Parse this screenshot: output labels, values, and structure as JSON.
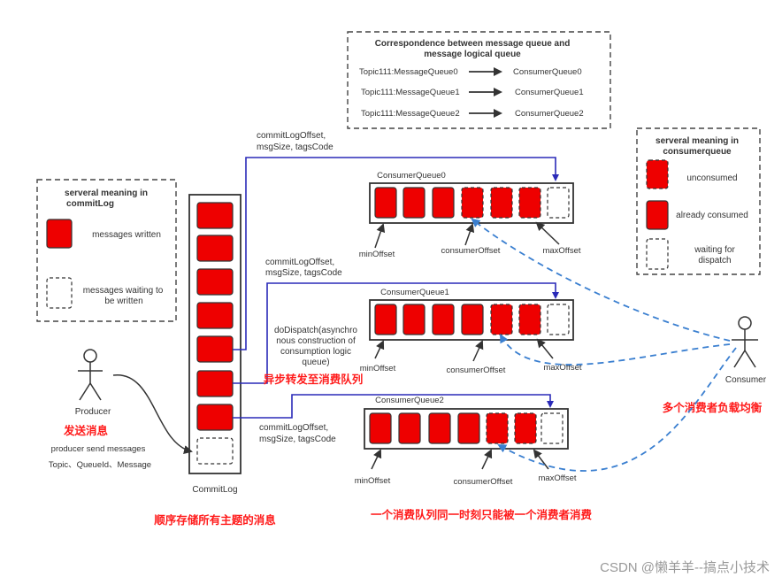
{
  "legend_commitlog": {
    "title_line1": "serveral meaning in",
    "title_line2": "commitLog",
    "written": "messages written",
    "waiting_line1": "messages waiting to",
    "waiting_line2": "be written"
  },
  "correspondence": {
    "title_line1": "Correspondence between message queue and",
    "title_line2": "message logical queue",
    "rows": [
      {
        "left": "Topic111:MessageQueue0",
        "right": "ConsumerQueue0"
      },
      {
        "left": "Topic111:MessageQueue1",
        "right": "ConsumerQueue1"
      },
      {
        "left": "Topic111:MessageQueue2",
        "right": "ConsumerQueue2"
      }
    ]
  },
  "legend_consumerqueue": {
    "title_line1": "serveral meaning in",
    "title_line2": "consumerqueue",
    "unconsumed": "unconsumed",
    "consumed": "already consumed",
    "waiting_line1": "waiting for",
    "waiting_line2": "dispatch"
  },
  "commitlog": {
    "label": "CommitLog",
    "caption_cn": "顺序存储所有主题的消息"
  },
  "producer": {
    "label": "Producer",
    "cn": "发送消息",
    "line1": "producer send messages",
    "line2": "Topic、QueueId、Message"
  },
  "consumer": {
    "label": "Consumer",
    "cn": "多个消费者负载均衡"
  },
  "queues": [
    {
      "name": "ConsumerQueue0",
      "min": "minOffset",
      "consumer": "consumerOffset",
      "max": "maxOffset"
    },
    {
      "name": "ConsumerQueue1",
      "min": "minOffset",
      "consumer": "consumerOffset",
      "max": "maxOffset"
    },
    {
      "name": "ConsumerQueue2",
      "min": "minOffset",
      "consumer": "consumerOffset",
      "max": "maxOffset"
    }
  ],
  "edge_labels": {
    "e0_line1": "commitLogOffset,",
    "e0_line2": "msgSize, tagsCode",
    "e1_line1": "commitLogOffset,",
    "e1_line2": "msgSize, tagsCode",
    "e2_line1": "commitLogOffset,",
    "e2_line2": "msgSize, tagsCode"
  },
  "dispatch": {
    "line1": "doDispatch(asynchro",
    "line2": "nous construction of",
    "line3": "consumption logic",
    "line4": "queue)",
    "cn": "异步转发至消费队列"
  },
  "queue_note_cn": "一个消费队列同一时刻只能被一个消费者消费",
  "watermark": "CSDN @懒羊羊--搞点小技术",
  "colors": {
    "red": "#ee0000",
    "blue_line": "#2a2ab8",
    "blue_dash": "#3a7fd0",
    "cn_text": "#ff1a1a"
  }
}
